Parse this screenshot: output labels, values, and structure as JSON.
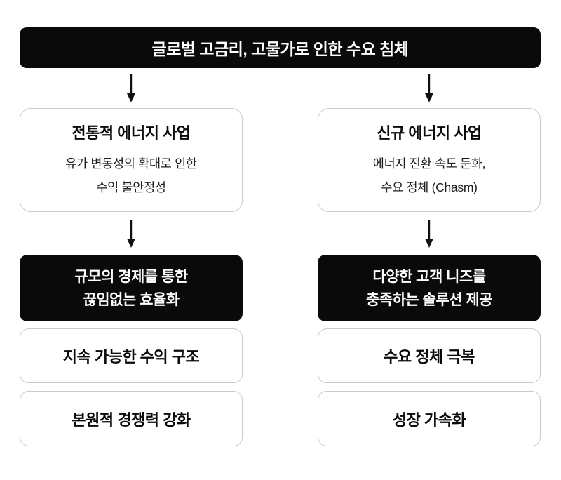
{
  "header": {
    "title": "글로벌 고금리, 고물가로 인한 수요 침체"
  },
  "columns": [
    {
      "info": {
        "title": "전통적 에너지 사업",
        "subtitle_line1": "유가 변동성의 확대로 인한",
        "subtitle_line2": "수익 불안정성"
      },
      "strategy": {
        "line1": "규모의 경제를 통한",
        "line2": "끊임없는 효율화"
      },
      "outcomes": [
        "지속 가능한 수익 구조",
        "본원적 경쟁력 강화"
      ]
    },
    {
      "info": {
        "title": "신규 에너지 사업",
        "subtitle_line1": "에너지 전환 속도 둔화,",
        "subtitle_line2": "수요 정체 (Chasm)"
      },
      "strategy": {
        "line1": "다양한 고객 니즈를",
        "line2": "충족하는 솔루션 제공"
      },
      "outcomes": [
        "수요 정체 극복",
        "성장 가속화"
      ]
    }
  ],
  "icons": {
    "down_arrow": "↓"
  },
  "colors": {
    "background": "#ffffff",
    "box_black": "#0a0a0a",
    "box_border": "#c9c9c9",
    "text_on_black": "#ffffff",
    "arrow": "#111111"
  }
}
